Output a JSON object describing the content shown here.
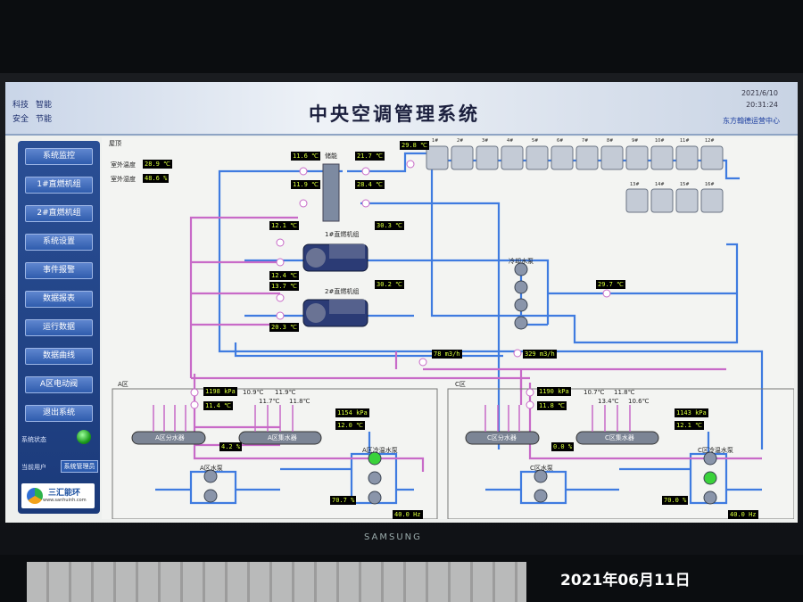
{
  "header": {
    "title": "中央空调管理系统",
    "top_links": [
      "科技",
      "智能",
      "安全",
      "节能"
    ],
    "date": "2021/6/10",
    "time": "20:31:24",
    "company": "东方翰德运营中心"
  },
  "sidebar": {
    "menu": [
      "系统监控",
      "1#直燃机组",
      "2#直燃机组",
      "系统设置",
      "事件报警",
      "数据报表",
      "运行数据",
      "数据曲线",
      "A区电动阀",
      "退出系统"
    ],
    "status_label": "系统状态",
    "user_label": "当前用户",
    "user_value": "系统管理员",
    "logo_name": "三汇能环",
    "logo_url": "www.sanhuinh.com"
  },
  "main": {
    "section_label": "屋顶",
    "outdoor_temp_label": "室外温度",
    "outdoor_temp": "28.9 ℃",
    "outdoor_hum_label": "室外湿度",
    "outdoor_hum": "48.6 %",
    "header_vals": [
      "11.6 ℃",
      "11.9 ℃",
      "21.7 ℃",
      "28.4 ℃",
      "29.8 ℃"
    ],
    "chiller1_label": "1#直燃机组",
    "chiller1_vals": [
      "12.1 ℃",
      "12.4 ℃",
      "30.3 ℃"
    ],
    "chiller2_label": "2#直燃机组",
    "chiller2_vals": [
      "13.7 ℃",
      "20.3 ℃",
      "30.2 ℃"
    ],
    "cooling_pump_label": "冷却水泵",
    "cooling_return": "29.7 ℃",
    "flow1": "78 m3/h",
    "flow2": "329 m3/h",
    "zone_a": "A区",
    "zone_c": "C区",
    "a_vals": [
      "1198 kPa",
      "11.4 ℃",
      "1154 kPa",
      "12.0 ℃",
      "4.2 %",
      "70.7 %",
      "40.0 Hz"
    ],
    "a_small_vals": [
      "10.9℃",
      "11.7℃",
      "11.9℃",
      "11.8℃"
    ],
    "a_collector": "A区分水器",
    "a_return": "A区集水器",
    "a_pump": "A区水泵",
    "a_cw_pump": "A区冷温水泵",
    "c_vals": [
      "1190 kPa",
      "11.8 ℃",
      "1143 kPa",
      "12.1 ℃",
      "0.0 %",
      "70.0 %",
      "40.0 Hz"
    ],
    "c_small_vals": [
      "10.7℃",
      "13.4℃",
      "11.8℃",
      "10.6℃"
    ],
    "c_collector": "C区分水器",
    "c_return": "C区集水器",
    "c_pump": "C区水泵",
    "c_cw_pump": "C区冷温水泵",
    "tower_row1": [
      "1#",
      "2#",
      "3#",
      "4#",
      "5#",
      "6#",
      "7#",
      "8#",
      "9#",
      "10#",
      "11#",
      "12#"
    ],
    "tower_row2": [
      "13#",
      "14#",
      "15#",
      "16#"
    ],
    "header_box": "储能"
  },
  "monitor_brand": "SAMSUNG",
  "photo_date": "2021年06月11日"
}
